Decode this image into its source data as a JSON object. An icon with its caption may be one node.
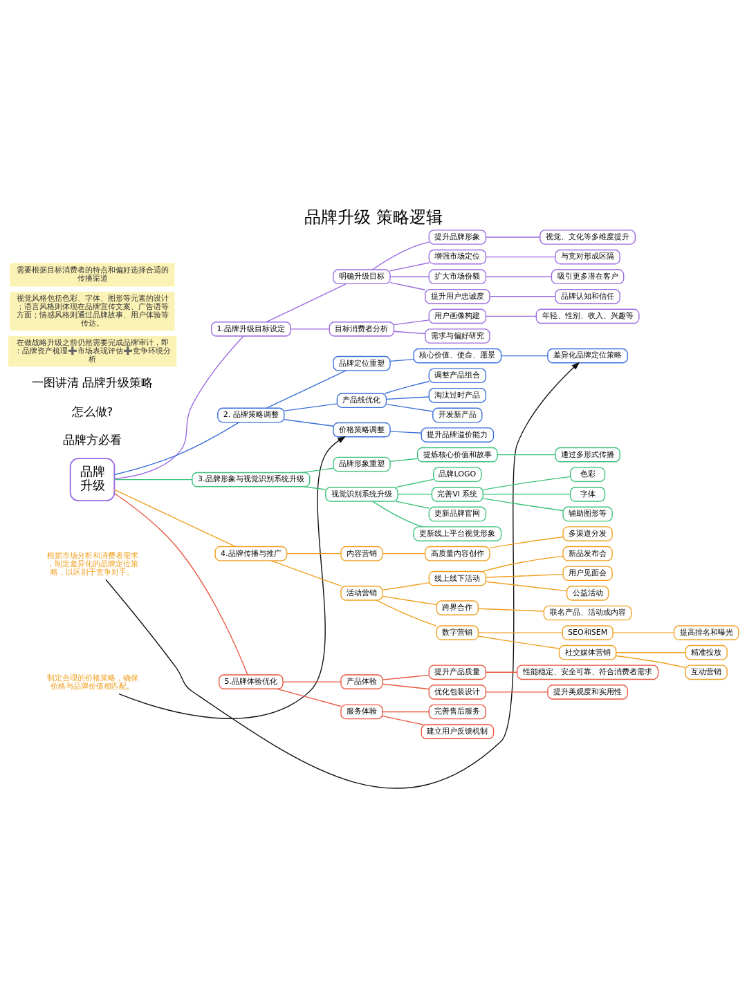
{
  "diagram": {
    "title": "品牌升级 策略逻辑",
    "nodes": [
      {
        "text": [
          "品牌升级"
        ]
      },
      {
        "text": [
          "1.品牌升级目标设定"
        ]
      },
      {
        "text": [
          "明确升级目标"
        ]
      },
      {
        "text": [
          "提升品牌形象"
        ]
      },
      {
        "text": [
          "视觉、文化等多维度提升"
        ]
      },
      {
        "text": [
          "增强市场定位"
        ]
      },
      {
        "text": [
          "与竞对形成区隔"
        ]
      },
      {
        "text": [
          "扩大市场份额"
        ]
      },
      {
        "text": [
          "吸引更多潜在客户"
        ]
      },
      {
        "text": [
          "提升用户忠诚度"
        ]
      },
      {
        "text": [
          "品牌认知和信任"
        ]
      },
      {
        "text": [
          "目标消费者分析"
        ]
      },
      {
        "text": [
          "用户画像构建"
        ]
      },
      {
        "text": [
          "年轻、性别、收入、兴趣等"
        ]
      },
      {
        "text": [
          "需求与偏好研究"
        ]
      },
      {
        "text": [
          "2. 品牌策略调整"
        ]
      },
      {
        "text": [
          "品牌定位重塑"
        ]
      },
      {
        "text": [
          "核心价值、使命、愿景"
        ]
      },
      {
        "text": [
          "差异化品牌定位策略"
        ]
      },
      {
        "text": [
          "根据市场分析和消费者需求，制定差异化的品牌定位策略，以区别于竞争对手。"
        ]
      },
      {
        "text": [
          "产品线优化"
        ]
      },
      {
        "text": [
          "调整产品组合"
        ]
      },
      {
        "text": [
          "淘汰过时产品"
        ]
      },
      {
        "text": [
          "开发新产品"
        ]
      },
      {
        "text": [
          "价格策略调整"
        ]
      },
      {
        "text": [
          "提升品牌溢价能力"
        ]
      },
      {
        "text": [
          "制定合理的价格策略，确保价格与品牌价值相匹配。"
        ]
      },
      {
        "text": [
          "3.品牌形象与视觉识别系统升级"
        ]
      },
      {
        "text": [
          "品牌形象重塑"
        ]
      },
      {
        "text": [
          "提炼核心价值和故事"
        ]
      },
      {
        "text": [
          "通过多形式传播"
        ]
      },
      {
        "text": [
          "视觉识别系统升级"
        ]
      },
      {
        "text": [
          "品牌LOGO"
        ]
      },
      {
        "text": [
          "完善VI 系统"
        ]
      },
      {
        "text": [
          "色彩"
        ]
      },
      {
        "text": [
          "字体"
        ]
      },
      {
        "text": [
          "辅助图形等"
        ]
      },
      {
        "text": [
          "更新品牌官网"
        ]
      },
      {
        "text": [
          "更新线上平台视觉形象"
        ]
      },
      {
        "text": [
          "4.品牌传播与推广"
        ]
      },
      {
        "text": [
          "内容营销"
        ]
      },
      {
        "text": [
          "高质量内容创作"
        ]
      },
      {
        "text": [
          "多渠道分发"
        ]
      },
      {
        "text": [
          "活动营销"
        ]
      },
      {
        "text": [
          "线上线下活动"
        ]
      },
      {
        "text": [
          "新品发布会"
        ]
      },
      {
        "text": [
          "用户见面会"
        ]
      },
      {
        "text": [
          "公益活动"
        ]
      },
      {
        "text": [
          "跨界合作"
        ]
      },
      {
        "text": [
          "联名产品、活动或内容"
        ]
      },
      {
        "text": [
          "数字营销"
        ]
      },
      {
        "text": [
          "SEO和SEM"
        ]
      },
      {
        "text": [
          "提高排名和曝光"
        ]
      },
      {
        "text": [
          "社交媒体营销"
        ]
      },
      {
        "text": [
          "精准投放"
        ]
      },
      {
        "text": [
          "互动营销"
        ]
      },
      {
        "text": [
          "5.品牌体验优化"
        ]
      },
      {
        "text": [
          "产品体验"
        ]
      },
      {
        "text": [
          "提升产品质量"
        ]
      },
      {
        "text": [
          "性能稳定、安全可靠、符合消费者需求"
        ]
      },
      {
        "text": [
          "优化包装设计"
        ]
      },
      {
        "text": [
          "提升美观度和实用性"
        ]
      },
      {
        "text": [
          "服务体验"
        ]
      },
      {
        "text": [
          "完善售后服务"
        ]
      },
      {
        "text": [
          "建立用户反馈机制"
        ]
      }
    ],
    "edges": [
      {
        "from": 0,
        "to": 1,
        "arrow": "none",
        "color": "#9b6ae0"
      },
      {
        "from": 1,
        "to": 2,
        "arrow": "none",
        "color": "#9b6ae0"
      },
      {
        "from": 2,
        "to": 3,
        "arrow": "none",
        "color": "#9b6ae0"
      },
      {
        "from": 3,
        "to": 4,
        "arrow": "none",
        "color": "#9b6ae0"
      },
      {
        "from": 2,
        "to": 5,
        "arrow": "none",
        "color": "#9b6ae0"
      },
      {
        "from": 5,
        "to": 6,
        "arrow": "none",
        "color": "#9b6ae0"
      },
      {
        "from": 2,
        "to": 7,
        "arrow": "none",
        "color": "#9b6ae0"
      },
      {
        "from": 7,
        "to": 8,
        "arrow": "none",
        "color": "#9b6ae0"
      },
      {
        "from": 2,
        "to": 9,
        "arrow": "none",
        "color": "#9b6ae0"
      },
      {
        "from": 9,
        "to": 10,
        "arrow": "none",
        "color": "#9b6ae0"
      },
      {
        "from": 1,
        "to": 11,
        "arrow": "none",
        "color": "#9b6ae0"
      },
      {
        "from": 11,
        "to": 12,
        "arrow": "none",
        "color": "#9b6ae0"
      },
      {
        "from": 12,
        "to": 13,
        "arrow": "none",
        "color": "#9b6ae0"
      },
      {
        "from": 11,
        "to": 14,
        "arrow": "none",
        "color": "#9b6ae0"
      },
      {
        "from": 0,
        "to": 15,
        "arrow": "none",
        "color": "#3a6fd8"
      },
      {
        "from": 15,
        "to": 16,
        "arrow": "none",
        "color": "#3a6fd8"
      },
      {
        "from": 16,
        "to": 17,
        "arrow": "none",
        "color": "#3a6fd8"
      },
      {
        "from": 17,
        "to": 18,
        "arrow": "none",
        "color": "#3a6fd8"
      },
      {
        "from": 19,
        "to": 18,
        "arrow": "to",
        "color": "#111111"
      },
      {
        "from": 15,
        "to": 20,
        "arrow": "none",
        "color": "#3a6fd8"
      },
      {
        "from": 20,
        "to": 21,
        "arrow": "none",
        "color": "#3a6fd8"
      },
      {
        "from": 20,
        "to": 22,
        "arrow": "none",
        "color": "#3a6fd8"
      },
      {
        "from": 20,
        "to": 23,
        "arrow": "none",
        "color": "#3a6fd8"
      },
      {
        "from": 15,
        "to": 24,
        "arrow": "none",
        "color": "#3a6fd8"
      },
      {
        "from": 24,
        "to": 25,
        "arrow": "none",
        "color": "#3a6fd8"
      },
      {
        "from": 26,
        "to": 24,
        "arrow": "to",
        "color": "#111111"
      },
      {
        "from": 0,
        "to": 27,
        "arrow": "none",
        "color": "#3cc27a"
      },
      {
        "from": 27,
        "to": 28,
        "arrow": "none",
        "color": "#3cc27a"
      },
      {
        "from": 28,
        "to": 29,
        "arrow": "none",
        "color": "#3cc27a"
      },
      {
        "from": 29,
        "to": 30,
        "arrow": "none",
        "color": "#3cc27a"
      },
      {
        "from": 27,
        "to": 31,
        "arrow": "none",
        "color": "#3cc27a"
      },
      {
        "from": 31,
        "to": 32,
        "arrow": "none",
        "color": "#3cc27a"
      },
      {
        "from": 31,
        "to": 33,
        "arrow": "none",
        "color": "#3cc27a"
      },
      {
        "from": 33,
        "to": 34,
        "arrow": "none",
        "color": "#3cc27a"
      },
      {
        "from": 33,
        "to": 35,
        "arrow": "none",
        "color": "#3cc27a"
      },
      {
        "from": 33,
        "to": 36,
        "arrow": "none",
        "color": "#3cc27a"
      },
      {
        "from": 31,
        "to": 37,
        "arrow": "none",
        "color": "#3cc27a"
      },
      {
        "from": 31,
        "to": 38,
        "arrow": "none",
        "color": "#3cc27a"
      },
      {
        "from": 0,
        "to": 39,
        "arrow": "none",
        "color": "#f0a020"
      },
      {
        "from": 39,
        "to": 40,
        "arrow": "none",
        "color": "#f0a020"
      },
      {
        "from": 40,
        "to": 41,
        "arrow": "none",
        "color": "#f0a020"
      },
      {
        "from": 41,
        "to": 42,
        "arrow": "none",
        "color": "#f0a020"
      },
      {
        "from": 39,
        "to": 43,
        "arrow": "none",
        "color": "#f0a020"
      },
      {
        "from": 43,
        "to": 44,
        "arrow": "none",
        "color": "#f0a020"
      },
      {
        "from": 44,
        "to": 45,
        "arrow": "none",
        "color": "#f0a020"
      },
      {
        "from": 44,
        "to": 46,
        "arrow": "none",
        "color": "#f0a020"
      },
      {
        "from": 44,
        "to": 47,
        "arrow": "none",
        "color": "#f0a020"
      },
      {
        "from": 43,
        "to": 48,
        "arrow": "none",
        "color": "#f0a020"
      },
      {
        "from": 48,
        "to": 49,
        "arrow": "none",
        "color": "#f0a020"
      },
      {
        "from": 43,
        "to": 50,
        "arrow": "none",
        "color": "#f0a020"
      },
      {
        "from": 50,
        "to": 51,
        "arrow": "none",
        "color": "#f0a020"
      },
      {
        "from": 51,
        "to": 52,
        "arrow": "none",
        "color": "#f0a020"
      },
      {
        "from": 50,
        "to": 53,
        "arrow": "none",
        "color": "#f0a020"
      },
      {
        "from": 53,
        "to": 54,
        "arrow": "none",
        "color": "#f0a020"
      },
      {
        "from": 53,
        "to": 55,
        "arrow": "none",
        "color": "#f0a020"
      },
      {
        "from": 0,
        "to": 56,
        "arrow": "none",
        "color": "#e8573f"
      },
      {
        "from": 56,
        "to": 57,
        "arrow": "none",
        "color": "#e8573f"
      },
      {
        "from": 57,
        "to": 58,
        "arrow": "none",
        "color": "#e8573f"
      },
      {
        "from": 58,
        "to": 59,
        "arrow": "none",
        "color": "#e8573f"
      },
      {
        "from": 57,
        "to": 60,
        "arrow": "none",
        "color": "#e8573f"
      },
      {
        "from": 60,
        "to": 61,
        "arrow": "none",
        "color": "#e8573f"
      },
      {
        "from": 56,
        "to": 62,
        "arrow": "none",
        "color": "#e8573f"
      },
      {
        "from": 62,
        "to": 63,
        "arrow": "none",
        "color": "#e8573f"
      },
      {
        "from": 62,
        "to": 64,
        "arrow": "none",
        "color": "#e8573f"
      }
    ],
    "labels": [
      "品牌方必看",
      "怎么做?",
      "一图讲清 品牌升级策略",
      "在做战略升级之前仍然需要完成品牌审计，即：品牌资产梳理➕市场表现评估➕竞争环境分析",
      "视觉风格包括色彩、字体、图形等元素的设计；语言风格则体现在品牌宣传文案、广告语等方面；情感风格则通过品牌故事、用户体验等传达。",
      "需要根据目标消费者的特点和偏好选择合适的传播渠道"
    ]
  }
}
